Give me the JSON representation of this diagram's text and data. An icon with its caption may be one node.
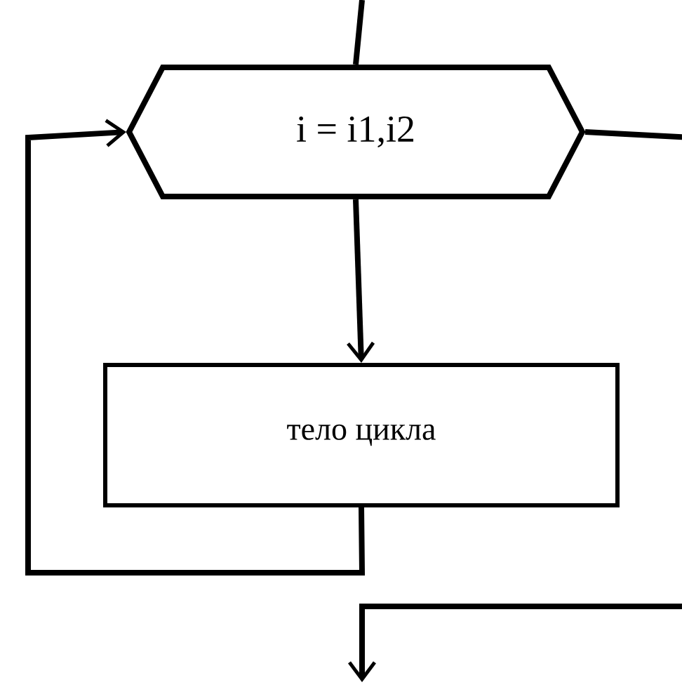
{
  "diagram": {
    "nodes": [
      {
        "text": [
          "i = i1,i2"
        ]
      },
      {
        "text": [
          "тело цикла"
        ]
      }
    ],
    "edges": [
      {
        "from": null,
        "to": 0,
        "arrow": "none"
      },
      {
        "from": 0,
        "to": 1,
        "arrow": "to"
      },
      {
        "from": 1,
        "to": 0,
        "arrow": "to"
      },
      {
        "from": 0,
        "to": null,
        "arrow": "to"
      }
    ]
  }
}
